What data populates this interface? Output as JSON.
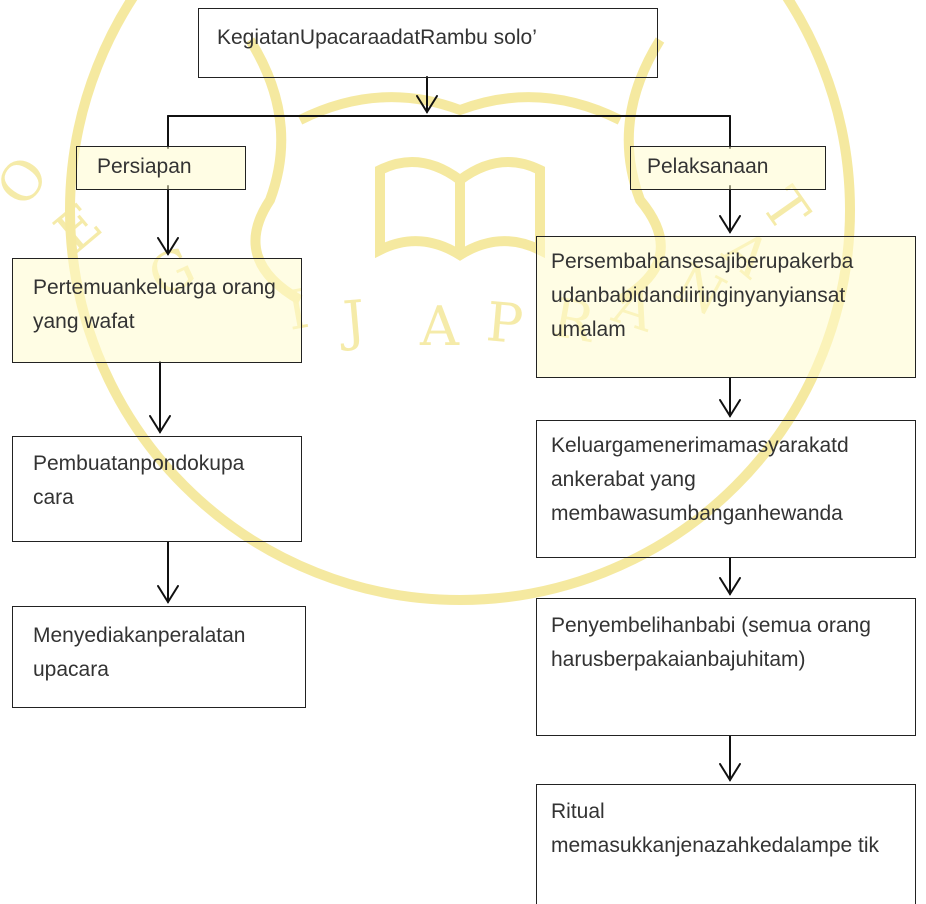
{
  "diagram": {
    "root": "KegiatanUpacaraadatRambu solo’",
    "left_branch": {
      "heading": "Persiapan",
      "steps": [
        "Pertemuankeluarga orang yang wafat",
        "Pembuatanpondokupa cara",
        "Menyediakanperalatan upacara"
      ]
    },
    "right_branch": {
      "heading": "Pelaksanaan",
      "steps": [
        "Persembahansesajiberupakerba udanbabidandiiringinyanyiansat umalam",
        "Keluargamenerimamasyarakatd ankerabat yang membawasumbanganhewanda",
        "Penyembelihanbabi (semua orang harusberpakaianbajuhitam)",
        "Ritual memasukkanjenazahkedalampe tik"
      ]
    }
  },
  "colors": {
    "watermark": "#f2e27a",
    "tint": "#fffccd",
    "border": "#222222",
    "text": "#333333"
  }
}
